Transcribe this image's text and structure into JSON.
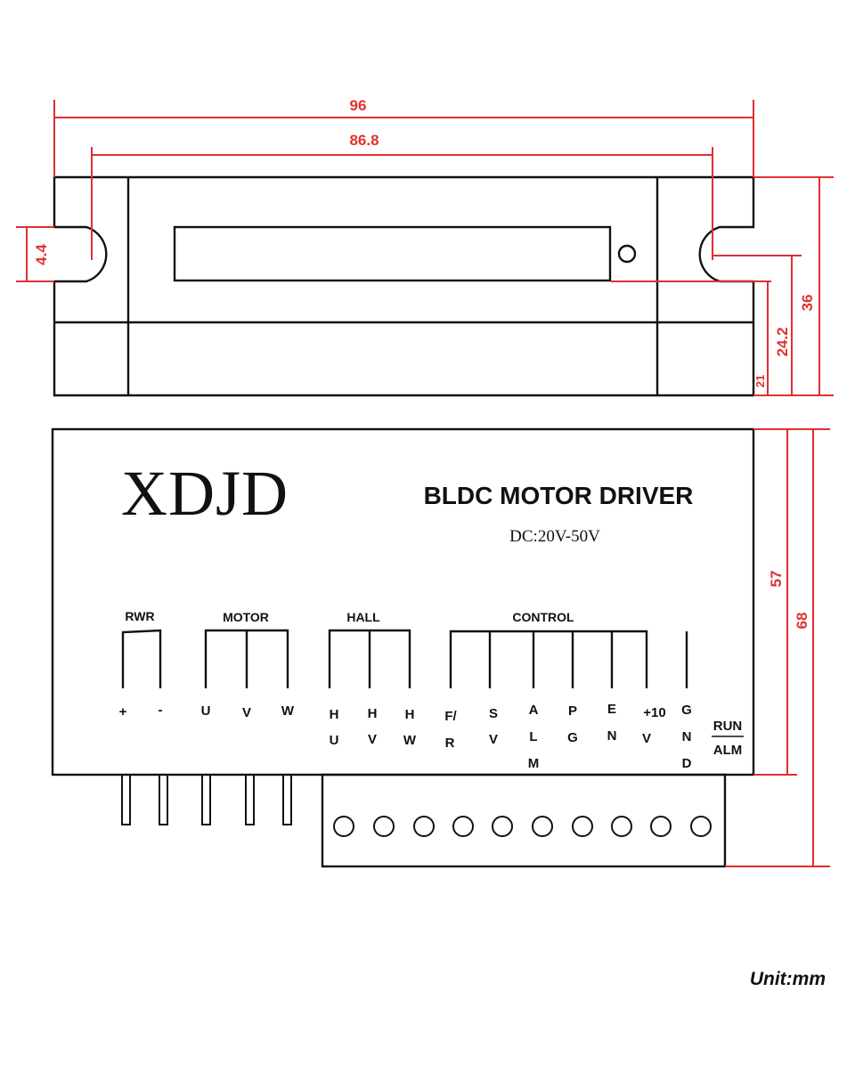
{
  "dimensions": {
    "total_length": "96",
    "hole_spacing": "86.8",
    "hole_slot": "4.4",
    "total_height": "36",
    "hole_height": "24.2",
    "base_height": "21",
    "front_height_57": "57",
    "front_height_68": "68"
  },
  "brand": "XDJD",
  "product_title": "BLDC MOTOR DRIVER",
  "voltage": "DC:20V-50V",
  "groups": {
    "rwr": "RWR",
    "motor": "MOTOR",
    "hall": "HALL",
    "control": "CONTROL"
  },
  "pins": {
    "plus": "+",
    "minus": "-",
    "u": "U",
    "v": "V",
    "w": "W",
    "hu": [
      "H",
      "U"
    ],
    "hv": [
      "H",
      "V"
    ],
    "hw": [
      "H",
      "W"
    ],
    "fr": [
      "F/",
      "R"
    ],
    "sv": [
      "S",
      "V"
    ],
    "alm": [
      "A",
      "L",
      "M"
    ],
    "pg": [
      "P",
      "G"
    ],
    "en": [
      "E",
      "N"
    ],
    "v10": [
      "+10",
      "V"
    ],
    "gnd": [
      "G",
      "N",
      "D"
    ]
  },
  "run": "RUN",
  "alm": "ALM",
  "unit": "Unit:mm"
}
